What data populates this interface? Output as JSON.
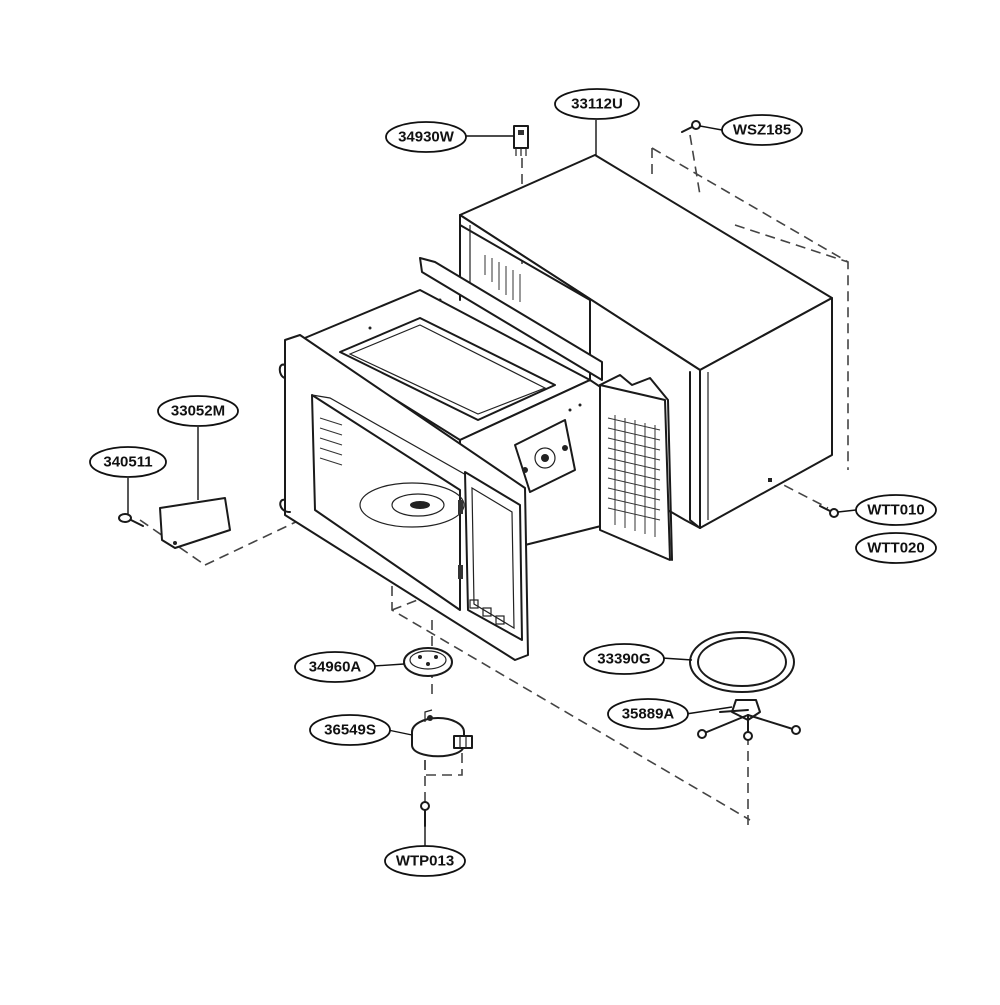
{
  "callouts": [
    {
      "id": "c1",
      "label": "33112U"
    },
    {
      "id": "c2",
      "label": "34930W"
    },
    {
      "id": "c3",
      "label": "WSZ185"
    },
    {
      "id": "c4",
      "label": "33052M"
    },
    {
      "id": "c5",
      "label": "340511"
    },
    {
      "id": "c6",
      "label": "WTT010"
    },
    {
      "id": "c7",
      "label": "WTT020"
    },
    {
      "id": "c8",
      "label": "34960A"
    },
    {
      "id": "c9",
      "label": "33390G"
    },
    {
      "id": "c10",
      "label": "35889A"
    },
    {
      "id": "c11",
      "label": "36549S"
    },
    {
      "id": "c12",
      "label": "WTP013"
    }
  ]
}
